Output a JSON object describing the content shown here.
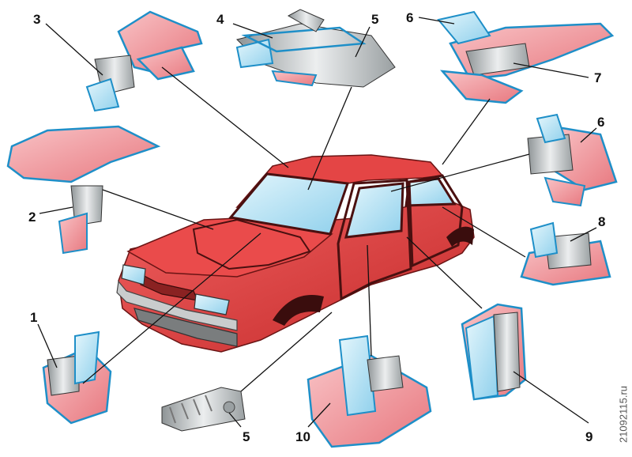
{
  "callouts": [
    {
      "id": "c1",
      "label": "1"
    },
    {
      "id": "c2",
      "label": "2"
    },
    {
      "id": "c3",
      "label": "3"
    },
    {
      "id": "c4",
      "label": "4"
    },
    {
      "id": "c5a",
      "label": "5"
    },
    {
      "id": "c5b",
      "label": "5"
    },
    {
      "id": "c6a",
      "label": "6"
    },
    {
      "id": "c6b",
      "label": "6"
    },
    {
      "id": "c7",
      "label": "7"
    },
    {
      "id": "c8",
      "label": "8"
    },
    {
      "id": "c9",
      "label": "9"
    },
    {
      "id": "c10",
      "label": "10"
    }
  ],
  "watermark": "21092115.ru",
  "colors": {
    "body_red": "#e03a3a",
    "body_red_dark": "#b52424",
    "panel_pink": "#f2a3a8",
    "seal_blue": "#1e8fc8",
    "glass": "#bfe7f6",
    "metal": "#c8cccd",
    "leader": "#111111"
  }
}
